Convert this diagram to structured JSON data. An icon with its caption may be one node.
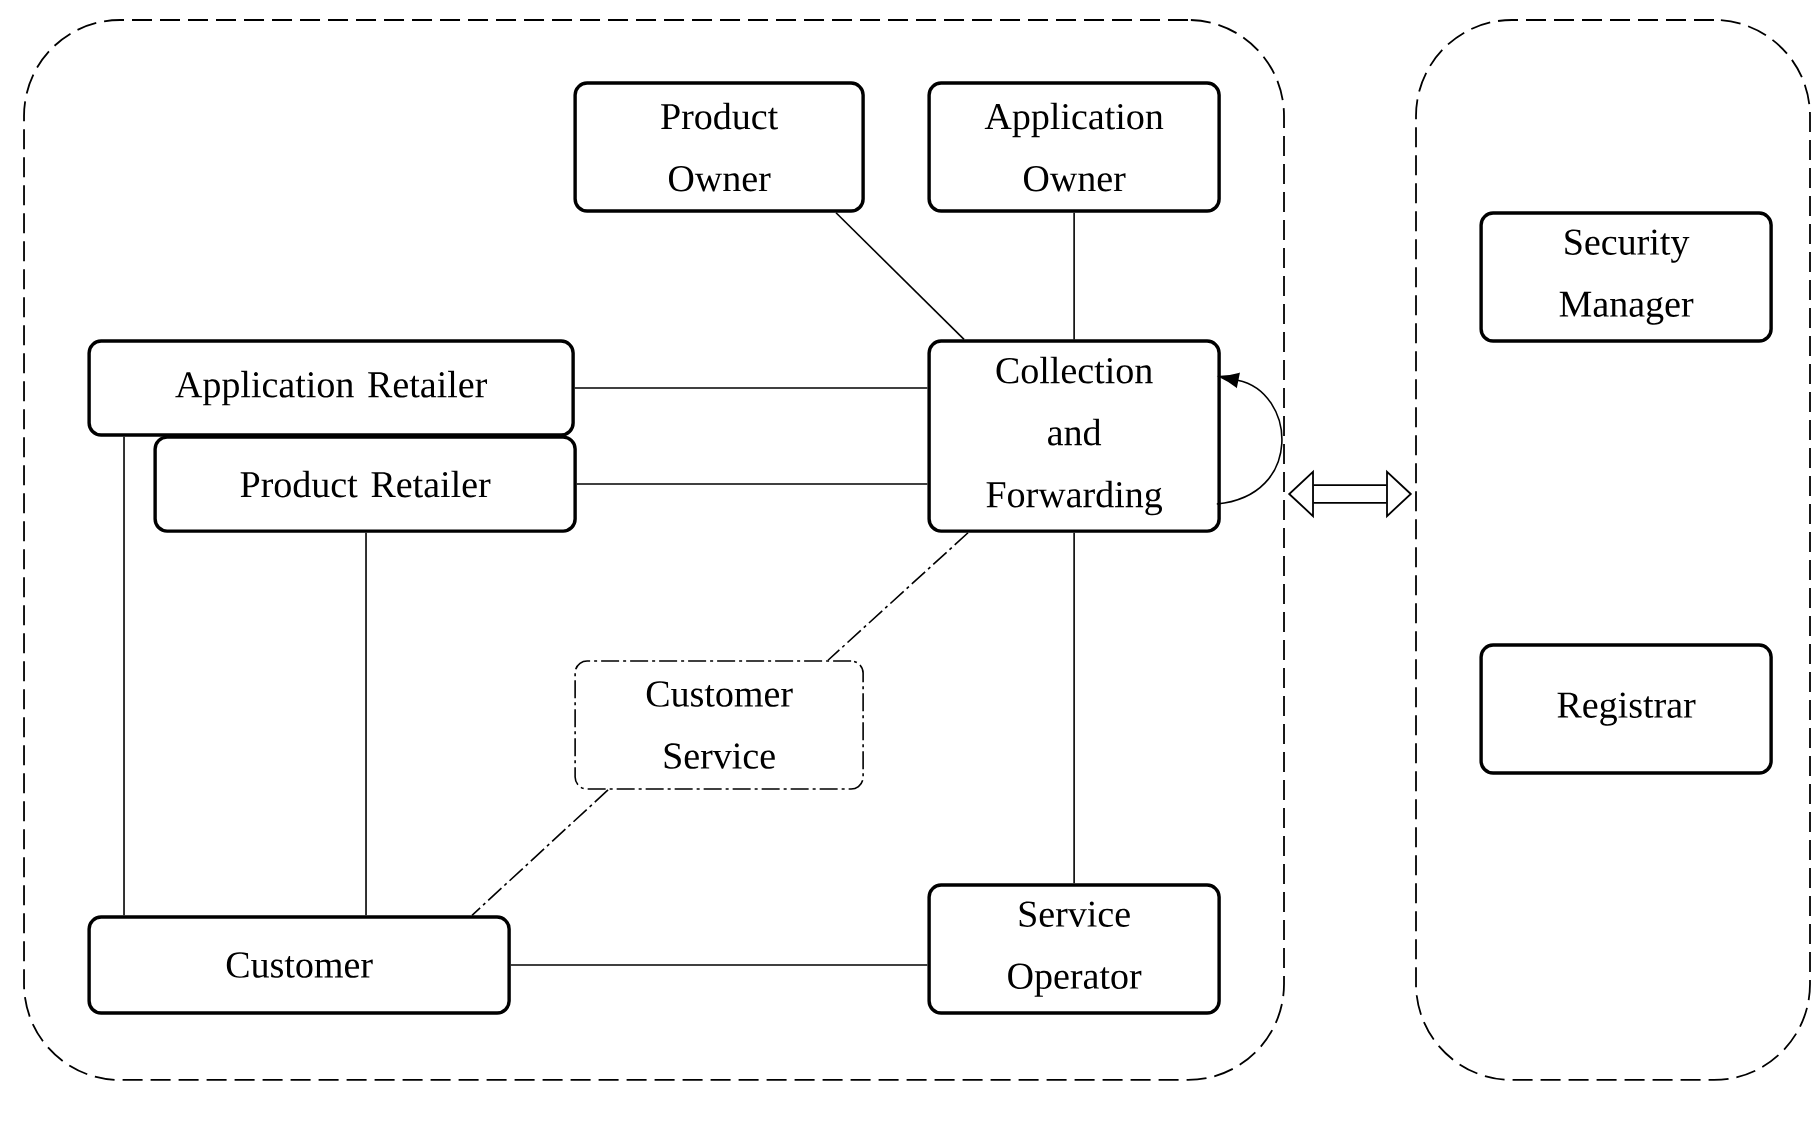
{
  "diagram": {
    "nodes": [
      {
        "text": [],
        "shape": "box"
      },
      {
        "text": [
          "Product Owner"
        ],
        "in": 0
      },
      {
        "text": [
          "Application Owner"
        ],
        "in": 0
      },
      {
        "text": [
          "Application Retailer"
        ],
        "in": 0
      },
      {
        "text": [
          "Product Retailer"
        ],
        "in": 0
      },
      {
        "text": [
          "Collection and Forwarding"
        ],
        "in": 0
      },
      {
        "text": [
          "Customer Service"
        ],
        "in": 0
      },
      {
        "text": [
          "Customer"
        ],
        "in": 0
      },
      {
        "text": [
          "Service Operator"
        ],
        "in": 0
      },
      {
        "text": [],
        "shape": "box"
      },
      {
        "text": [
          "Security Manager"
        ],
        "in": 9
      },
      {
        "text": [
          "Registrar"
        ],
        "in": 9
      }
    ],
    "edges": [
      {
        "from": 1,
        "to": 5,
        "arrow": "none"
      },
      {
        "from": 2,
        "to": 5,
        "arrow": "none"
      },
      {
        "from": 3,
        "to": 5,
        "arrow": "none"
      },
      {
        "from": 4,
        "to": 5,
        "arrow": "none"
      },
      {
        "from": 5,
        "to": 5,
        "arrow": "to"
      },
      {
        "from": 5,
        "to": 6,
        "arrow": "none",
        "style": "dashed"
      },
      {
        "from": 6,
        "to": 7,
        "arrow": "none",
        "style": "dashed"
      },
      {
        "from": 3,
        "to": 7,
        "arrow": "none"
      },
      {
        "from": 4,
        "to": 7,
        "arrow": "none"
      },
      {
        "from": 5,
        "to": 8,
        "arrow": "none"
      },
      {
        "from": 7,
        "to": 8,
        "arrow": "none"
      },
      {
        "from": 0,
        "to": 9,
        "arrow": "both",
        "style": "thick"
      }
    ]
  }
}
